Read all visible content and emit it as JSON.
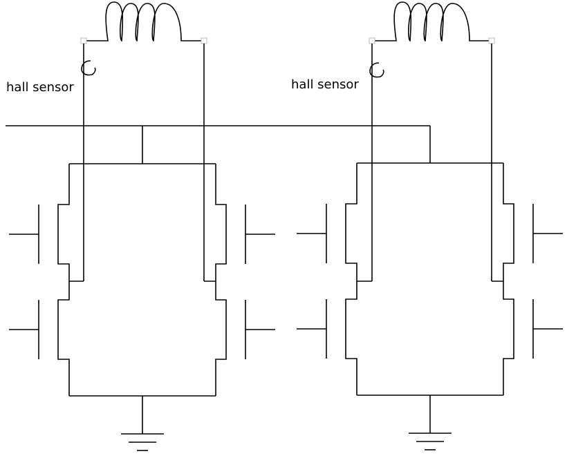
{
  "diagram": {
    "labels": {
      "left_sensor": "hall sensor",
      "right_sensor": "hall sensor"
    },
    "colors": {
      "line": "#000000",
      "background": "#ffffff",
      "terminal_outline": "#bbbbbb"
    },
    "components": {
      "coils": [
        "left-coil",
        "right-coil"
      ],
      "sensors": [
        "left-hall-sensor",
        "right-hall-sensor"
      ],
      "transistors_per_bridge": 4,
      "grounds": [
        "left-ground",
        "right-ground"
      ]
    }
  }
}
